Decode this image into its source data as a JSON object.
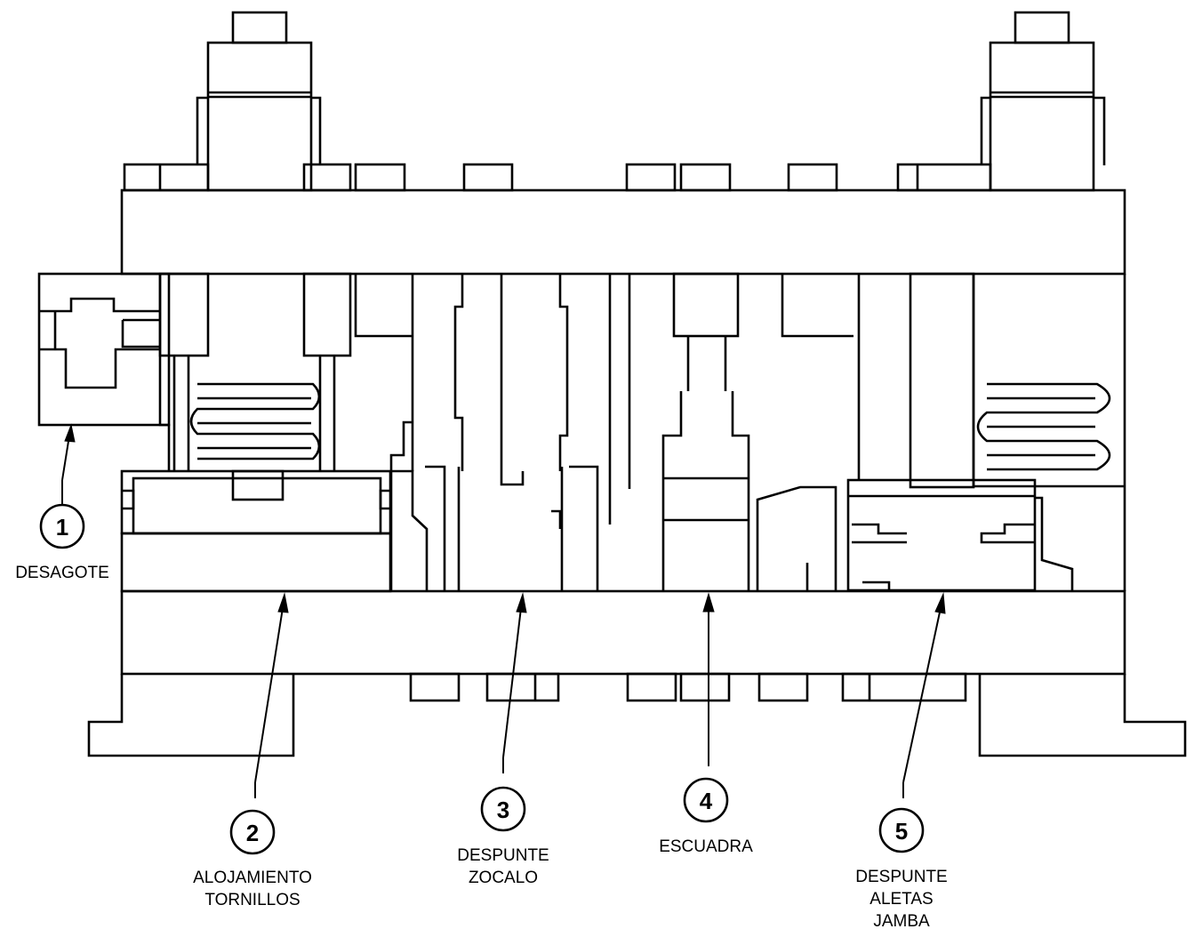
{
  "callouts": [
    {
      "number": "1",
      "lines": [
        "DESAGOTE"
      ]
    },
    {
      "number": "2",
      "lines": [
        "ALOJAMIENTO",
        "TORNILLOS"
      ]
    },
    {
      "number": "3",
      "lines": [
        "DESPUNTE",
        "ZOCALO"
      ]
    },
    {
      "number": "4",
      "lines": [
        "ESCUADRA"
      ]
    },
    {
      "number": "5",
      "lines": [
        "DESPUNTE",
        "ALETAS",
        "JAMBA"
      ]
    }
  ]
}
